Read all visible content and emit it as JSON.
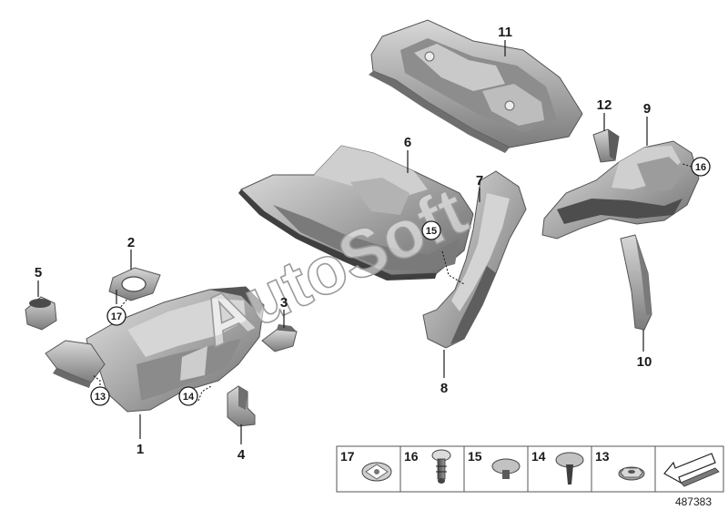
{
  "watermark": "AutoSoft",
  "reference_number": "487383",
  "callouts": {
    "p1": "1",
    "p2": "2",
    "p3": "3",
    "p4": "4",
    "p5": "5",
    "p6": "6",
    "p7": "7",
    "p8": "8",
    "p9": "9",
    "p10": "10",
    "p11": "11",
    "p12": "12",
    "c13": "13",
    "c14": "14",
    "c15": "15",
    "c16": "16",
    "c17": "17"
  },
  "legend": [
    "17",
    "16",
    "15",
    "14",
    "13"
  ],
  "icons": {
    "legend_last": "arrow-icon",
    "legend_17": "clip-nut-icon",
    "legend_16": "expanding-rivet-icon",
    "legend_15": "push-clip-icon",
    "legend_14": "trim-rivet-icon",
    "legend_13": "flange-nut-icon"
  }
}
